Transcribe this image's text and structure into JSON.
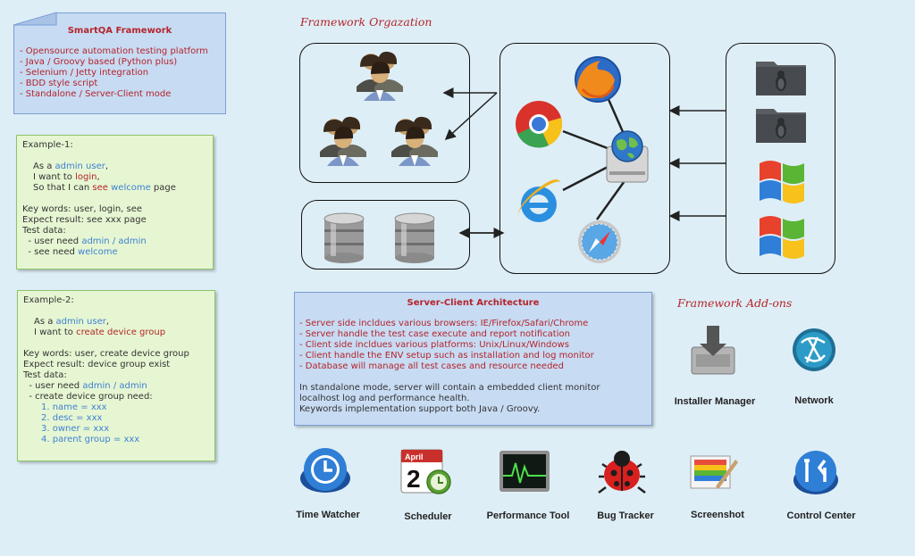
{
  "smartqa": {
    "title": "SmartQA Framework",
    "lines": [
      "- Opensource automation testing platform",
      "- Java / Groovy based (Python plus)",
      "- Selenium / Jetty integration",
      "- BDD style script",
      "- Standalone / Server-Client mode"
    ]
  },
  "example1": {
    "heading": "Example-1:",
    "as_a": "As a ",
    "as_user": "admin user",
    "want": "I want to ",
    "want_login": "login",
    "so_that": "So that I can ",
    "so_see": "see",
    "so_welcome": "welcome",
    "so_page": " page",
    "keywords": "Key words: user, login, see",
    "expect": "Expect result: see xxx page",
    "test_data": "Test data:",
    "td1_prefix": "  - user need ",
    "td1_value": "admin / admin",
    "td2_prefix": "  - see need ",
    "td2_value": "welcome"
  },
  "example2": {
    "heading": "Example-2:",
    "as_a": "As a ",
    "as_user": "admin user",
    "want": "I want to ",
    "want_action": "create device group",
    "keywords": "Key words: user, create device group",
    "expect": "Expect result: device group exist",
    "test_data": "Test data:",
    "td1_prefix": "  - user need ",
    "td1_value": "admin / admin",
    "td2": "  - create device group need:",
    "items": [
      "1. name = xxx",
      "2. desc = xxx",
      "3. owner = xxx",
      "4. parent group = xxx"
    ]
  },
  "org_title": "Framework Orgazation",
  "addons_title": "Framework Add-ons",
  "architecture": {
    "title": "Server-Client Architecture",
    "lines": [
      "- Server side incldues various browsers: IE/Firefox/Safari/Chrome",
      "- Server handle the test case execute and report notification",
      "- Client side incldues various platforms: Unix/Linux/Windows",
      "- Client handle the ENV setup such as installation and log monitor",
      "- Database will manage all test cases and resource needed"
    ],
    "notes": [
      "In standalone mode, server will contain a embedded client monitor",
      "localhost log and performance health.",
      "Keywords implementation support both Java / Groovy."
    ]
  },
  "addons": {
    "installer": "Installer Manager",
    "network": "Network",
    "time_watcher": "Time Watcher",
    "scheduler": "Scheduler",
    "scheduler_month": "April",
    "scheduler_day": "2",
    "performance": "Performance Tool",
    "bug_tracker": "Bug Tracker",
    "screenshot": "Screenshot",
    "control_center": "Control Center"
  },
  "icons": {
    "users": [
      "users-group-icon",
      "users-group-icon",
      "users-group-icon"
    ],
    "databases": [
      "database-icon",
      "database-icon"
    ],
    "browsers": [
      "firefox-icon",
      "chrome-icon",
      "ie-icon",
      "safari-icon",
      "server-globe-icon"
    ],
    "platforms": [
      "linux-folder-icon",
      "linux-folder-icon",
      "windows-logo-icon",
      "windows-logo-icon"
    ]
  }
}
